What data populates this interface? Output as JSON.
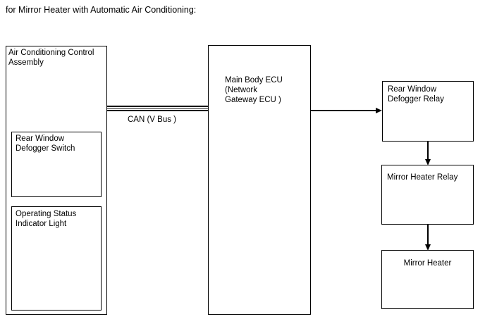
{
  "title": "for Mirror Heater with Automatic Air Conditioning:",
  "colors": {
    "background": "#ffffff",
    "line": "#000000",
    "text": "#000000"
  },
  "diagram": {
    "nodes": {
      "acc_assembly": {
        "label": "Air Conditioning Control\nAssembly"
      },
      "defogger_switch": {
        "label": "Rear Window\nDefogger Switch"
      },
      "indicator_light": {
        "label": "Operating Status\nIndicator Light"
      },
      "main_body_ecu": {
        "label": "Main Body ECU\n(Network\nGateway ECU )"
      },
      "defogger_relay": {
        "label": "Rear Window\nDefogger Relay"
      },
      "mirror_heater_relay": {
        "label": "Mirror Heater Relay"
      },
      "mirror_heater": {
        "label": "Mirror Heater"
      }
    },
    "connections": {
      "can_bus": {
        "type": "bus",
        "label": "CAN (V Bus )",
        "from": "acc_assembly",
        "to": "main_body_ecu"
      },
      "ecu_to_defogger_relay": {
        "type": "arrow",
        "from": "main_body_ecu",
        "to": "defogger_relay"
      },
      "defogger_relay_to_heater_relay": {
        "type": "arrow",
        "from": "defogger_relay",
        "to": "mirror_heater_relay"
      },
      "heater_relay_to_mirror_heater": {
        "type": "arrow",
        "from": "mirror_heater_relay",
        "to": "mirror_heater"
      }
    }
  }
}
